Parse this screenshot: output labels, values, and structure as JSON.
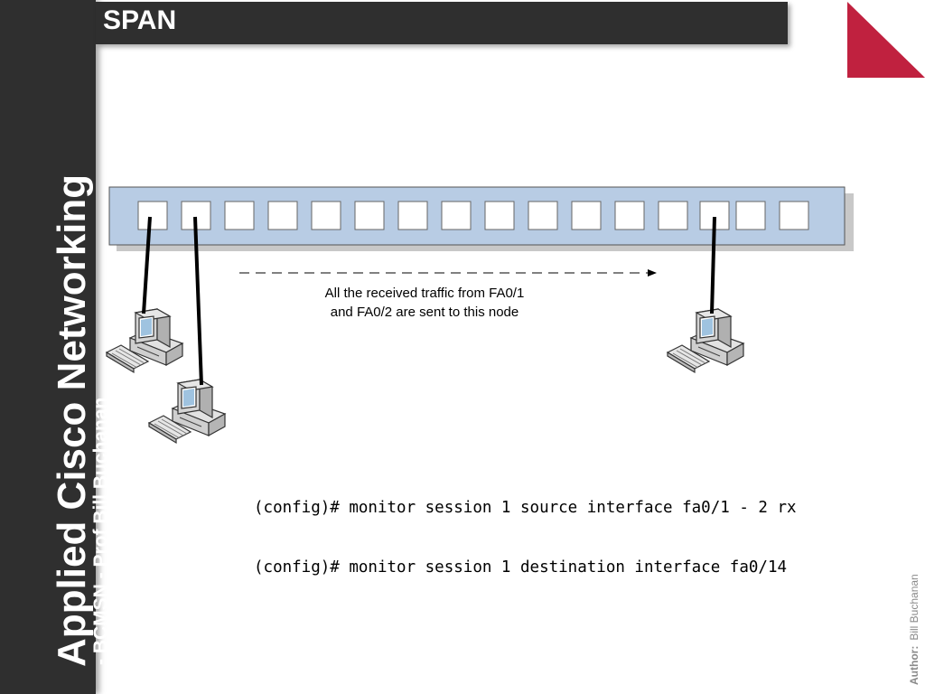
{
  "slide": {
    "title": "SPAN",
    "side_title": "Applied Cisco Networking",
    "side_subtitle": "- BCMSN - Prof Bill Buchanan",
    "author_label": "Author:",
    "author_name": "Bill Buchanan"
  },
  "diagram": {
    "port_count": 16,
    "connected_ports": [
      "FA0/1",
      "FA0/2",
      "FA0/14"
    ],
    "caption_lines": [
      "All the received traffic from FA0/1",
      "and FA0/2 are sent to this node"
    ]
  },
  "config": {
    "lines": [
      "(config)# monitor session 1 source interface fa0/1 - 2 rx",
      "(config)# monitor session 1 destination interface fa0/14"
    ]
  },
  "colors": {
    "sidebar": "#2f2f2f",
    "switch_fill": "#b8cce4",
    "accent_triangle": "#c0213f"
  }
}
